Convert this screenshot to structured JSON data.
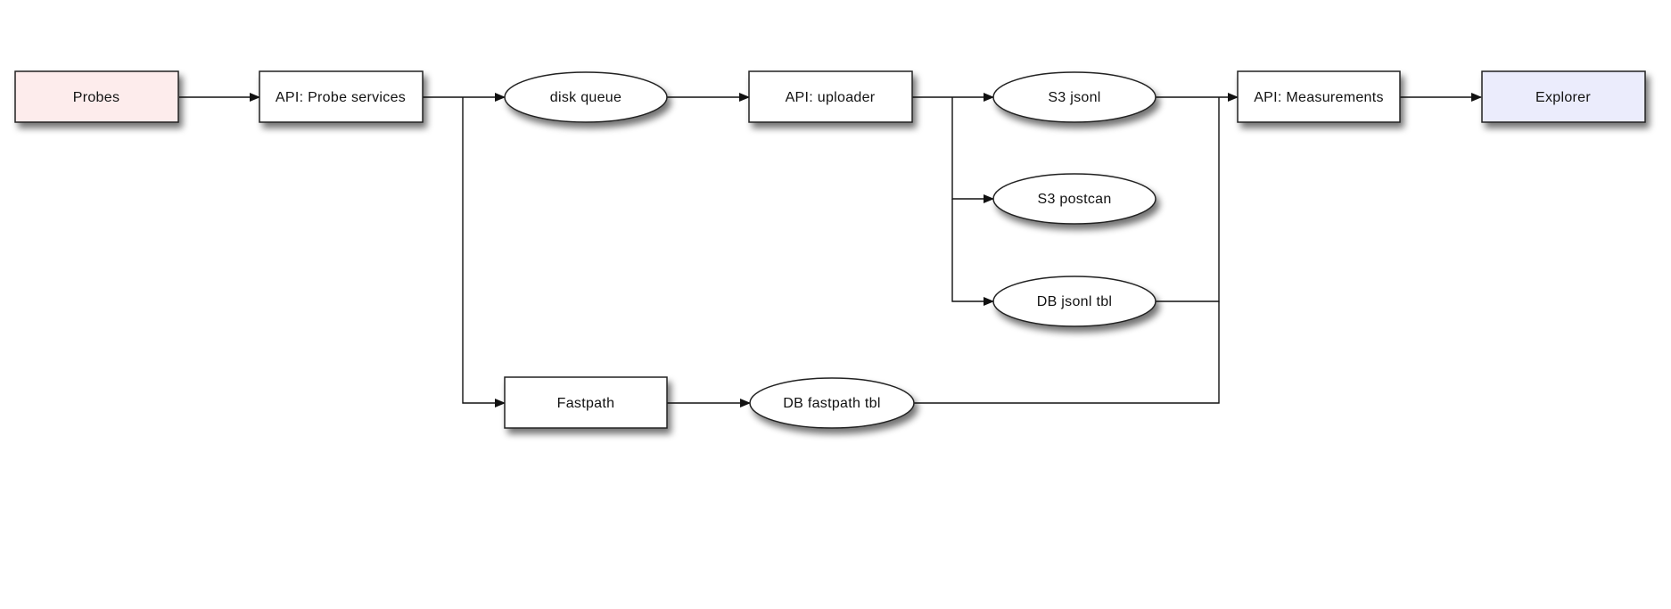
{
  "nodes": {
    "probes": {
      "label": "Probes",
      "shape": "box",
      "fill": "#fdecec"
    },
    "api_probe_services": {
      "label": "API: Probe services",
      "shape": "box",
      "fill": "#ffffff"
    },
    "disk_queue": {
      "label": "disk queue",
      "shape": "ellipse",
      "fill": "#ffffff"
    },
    "api_uploader": {
      "label": "API: uploader",
      "shape": "box",
      "fill": "#ffffff"
    },
    "s3_jsonl": {
      "label": "S3 jsonl",
      "shape": "ellipse",
      "fill": "#ffffff"
    },
    "s3_postcan": {
      "label": "S3 postcan",
      "shape": "ellipse",
      "fill": "#ffffff"
    },
    "db_jsonl_tbl": {
      "label": "DB jsonl tbl",
      "shape": "ellipse",
      "fill": "#ffffff"
    },
    "api_measurements": {
      "label": "API: Measurements",
      "shape": "box",
      "fill": "#ffffff"
    },
    "explorer": {
      "label": "Explorer",
      "shape": "box",
      "fill": "#ebecfc"
    },
    "fastpath": {
      "label": "Fastpath",
      "shape": "box",
      "fill": "#ffffff"
    },
    "db_fastpath_tbl": {
      "label": "DB fastpath tbl",
      "shape": "ellipse",
      "fill": "#ffffff"
    }
  },
  "edges": [
    {
      "from": "probes",
      "to": "api_probe_services"
    },
    {
      "from": "api_probe_services",
      "to": "disk_queue"
    },
    {
      "from": "api_probe_services",
      "to": "fastpath"
    },
    {
      "from": "disk_queue",
      "to": "api_uploader"
    },
    {
      "from": "api_uploader",
      "to": "s3_jsonl"
    },
    {
      "from": "api_uploader",
      "to": "s3_postcan"
    },
    {
      "from": "api_uploader",
      "to": "db_jsonl_tbl"
    },
    {
      "from": "s3_jsonl",
      "to": "api_measurements"
    },
    {
      "from": "db_jsonl_tbl",
      "to": "api_measurements"
    },
    {
      "from": "db_fastpath_tbl",
      "to": "api_measurements"
    },
    {
      "from": "fastpath",
      "to": "db_fastpath_tbl"
    },
    {
      "from": "api_measurements",
      "to": "explorer"
    }
  ]
}
